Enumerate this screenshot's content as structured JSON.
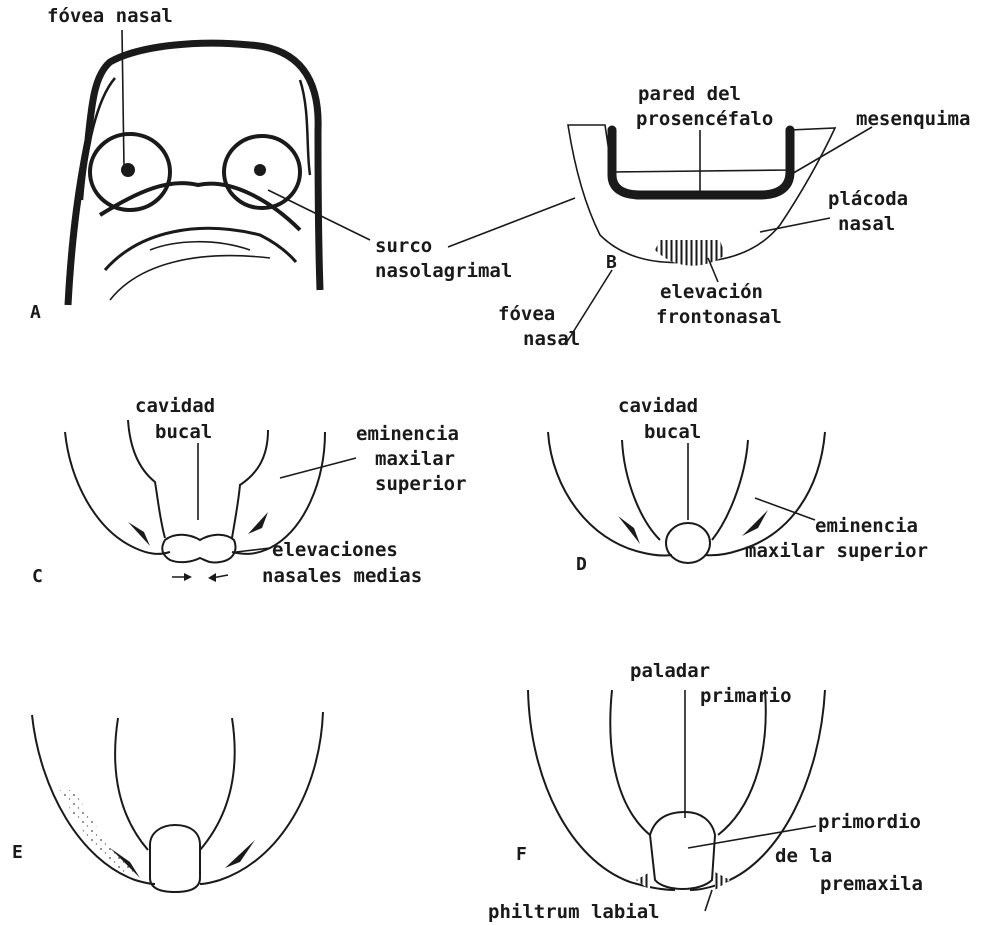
{
  "panels": {
    "a": "A",
    "b": "B",
    "c": "C",
    "d": "D",
    "e": "E",
    "f": "F"
  },
  "panel_a": {
    "fovea_nasal": "fóvea nasal",
    "surco_1": "surco",
    "surco_2": "nasolagrimal"
  },
  "panel_b": {
    "pared_1": "pared del",
    "pared_2": "prosencéfalo",
    "mesenquima": "mesenquima",
    "placoda_1": "plácoda",
    "placoda_2": "nasal",
    "fovea_1": "fóvea",
    "fovea_2": "nasal",
    "elevacion_1": "elevación",
    "elevacion_2": "frontonasal"
  },
  "panel_c": {
    "cavidad_1": "cavidad",
    "cavidad_2": "bucal",
    "eminencia_1": "eminencia",
    "eminencia_2": "maxilar",
    "eminencia_3": "superior",
    "elevaciones_1": "elevaciones",
    "elevaciones_2": "nasales medias"
  },
  "panel_d": {
    "cavidad_1": "cavidad",
    "cavidad_2": "bucal",
    "eminencia_1": "eminencia",
    "eminencia_2": "maxilar superior"
  },
  "panel_f": {
    "paladar_1": "paladar",
    "paladar_2": "primario",
    "primordio_1": "primordio",
    "primordio_2": "de la",
    "primordio_3": "premaxila",
    "philtrum": "philtrum labial"
  }
}
